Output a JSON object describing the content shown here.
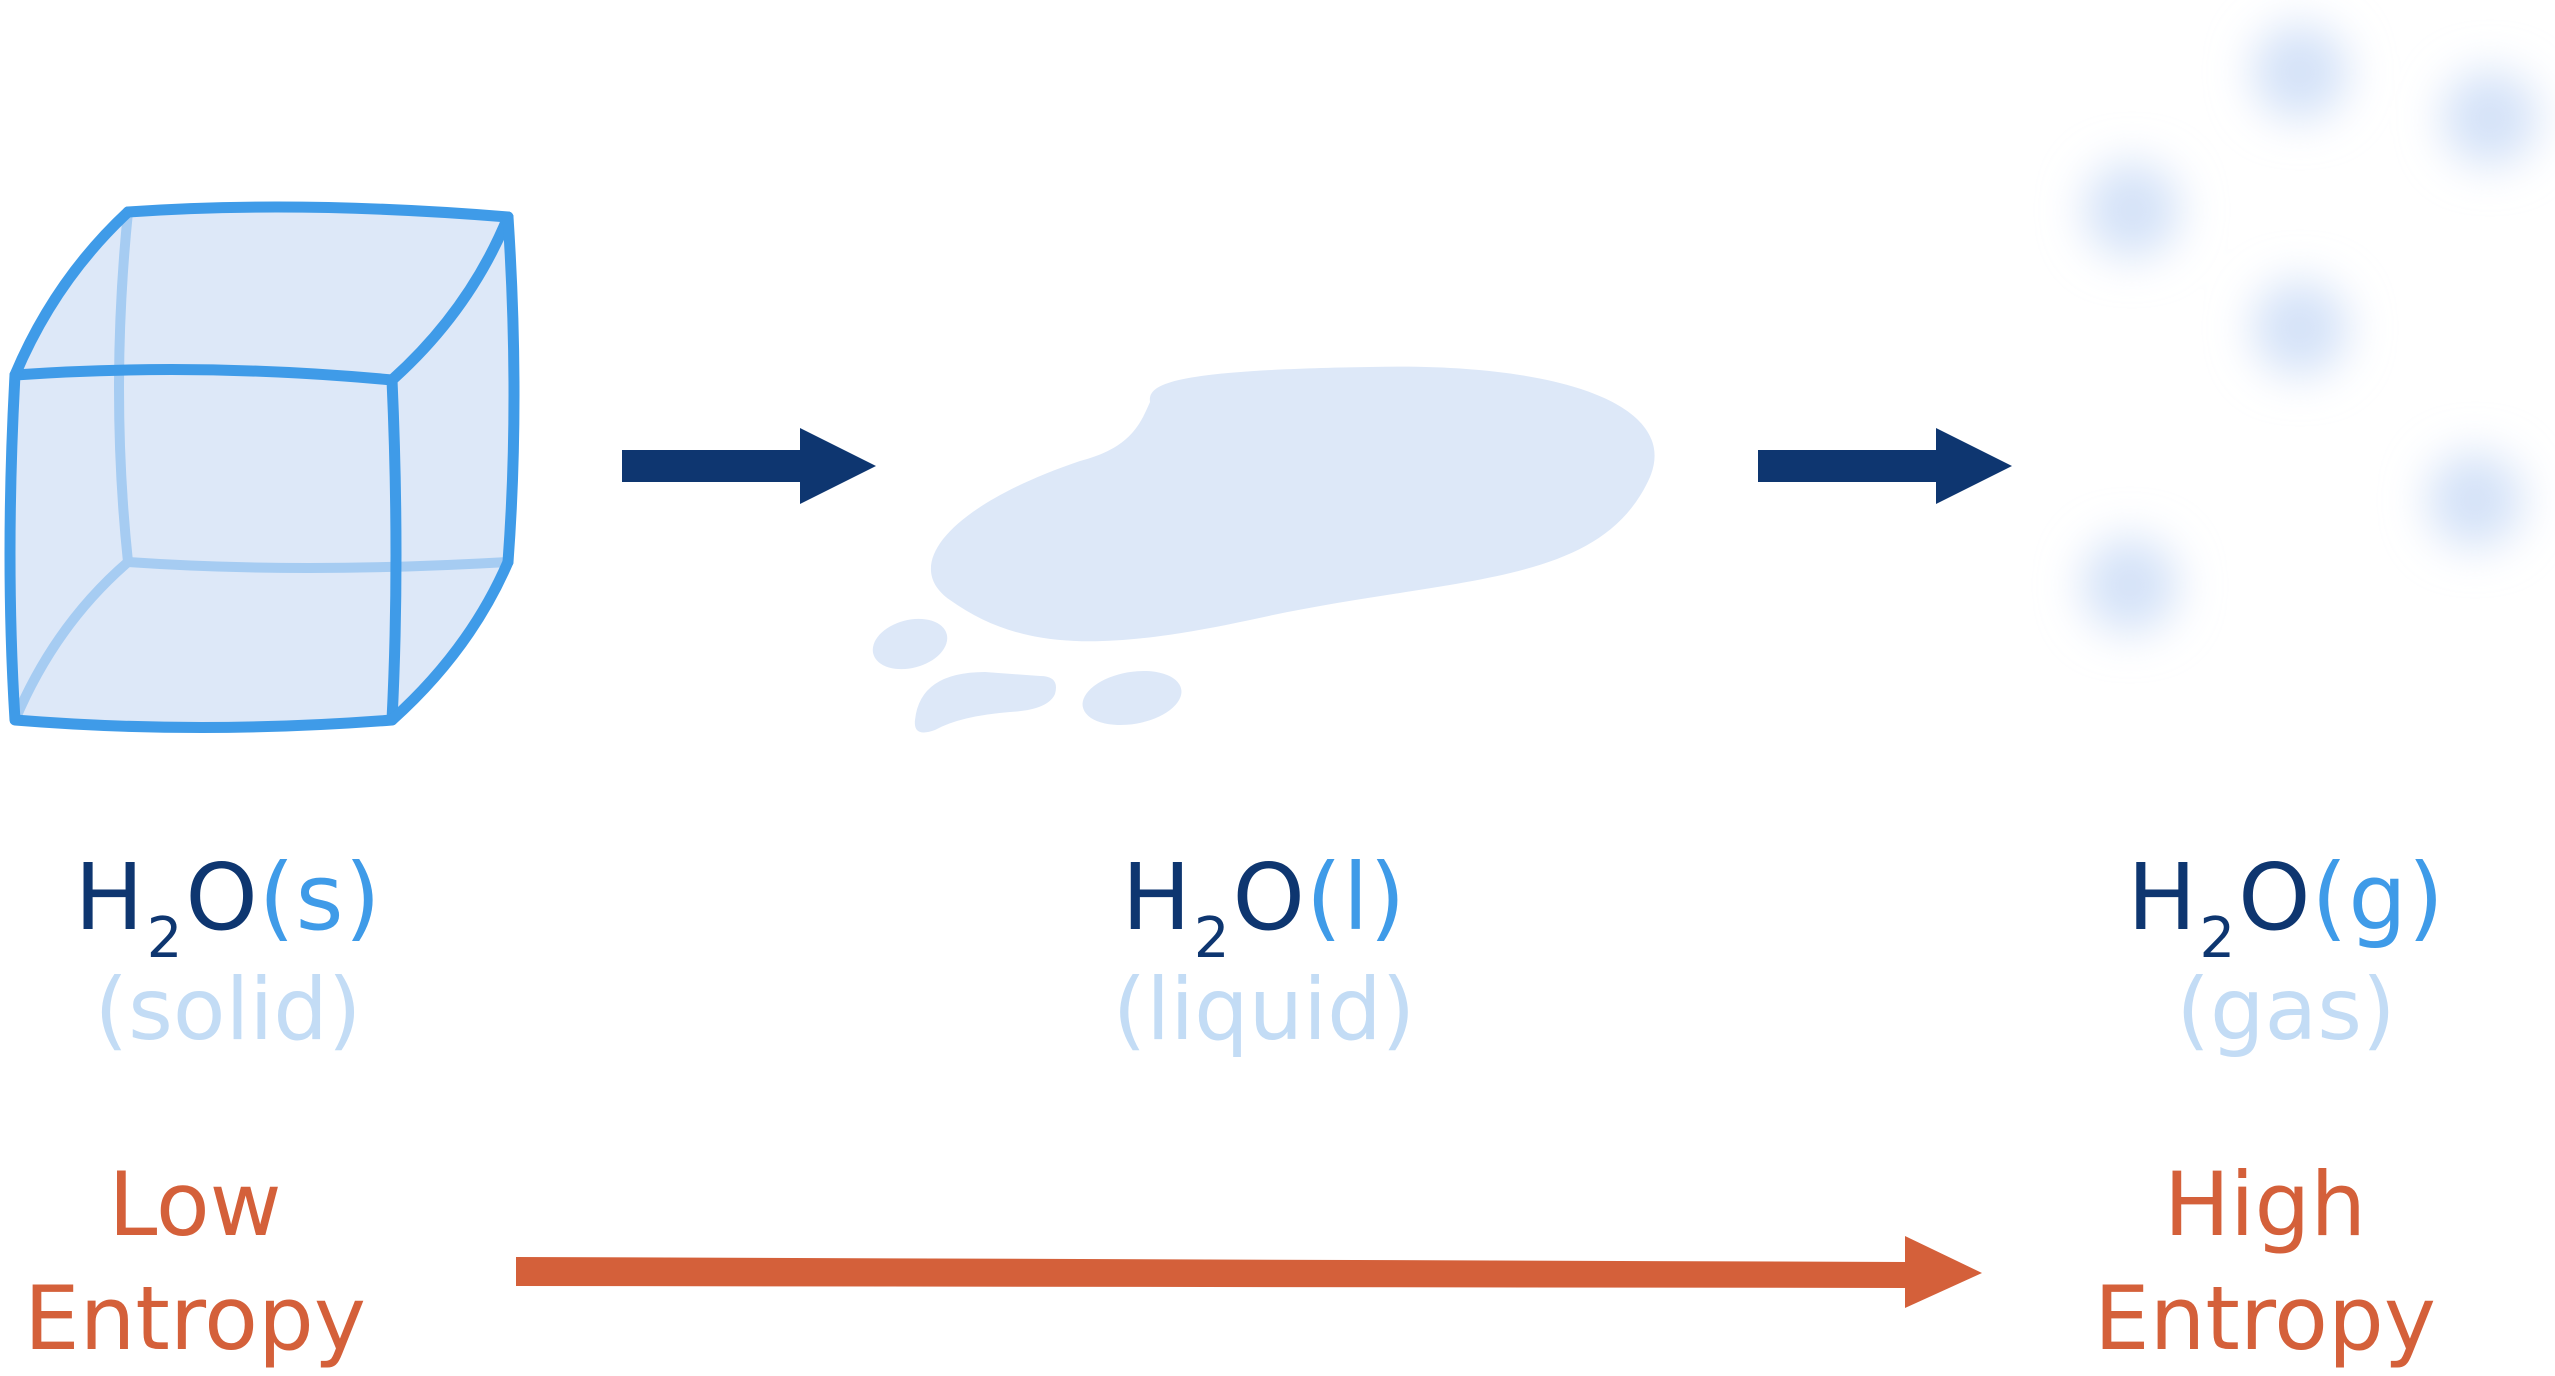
{
  "colors": {
    "navy": "#0e3670",
    "blue": "#3f9be8",
    "pale_blue": "#c3dcf5",
    "fill_blue": "#dde8f8",
    "orange": "#d4603a"
  },
  "states": [
    {
      "formula_h": "H",
      "formula_sub": "2",
      "formula_o": "O",
      "open": "(",
      "state": "s",
      "close": ")",
      "name": "(solid)",
      "icon": "ice-cube-icon"
    },
    {
      "formula_h": "H",
      "formula_sub": "2",
      "formula_o": "O",
      "open": "(",
      "state": "l",
      "close": ")",
      "name": "(liquid)",
      "icon": "water-puddle-icon"
    },
    {
      "formula_h": "H",
      "formula_sub": "2",
      "formula_o": "O",
      "open": "(",
      "state": "g",
      "close": ")",
      "name": "(gas)",
      "icon": "vapor-particles-icon"
    }
  ],
  "entropy": {
    "low_line1": "Low",
    "low_line2": "Entropy",
    "high_line1": "High",
    "high_line2": "Entropy"
  }
}
